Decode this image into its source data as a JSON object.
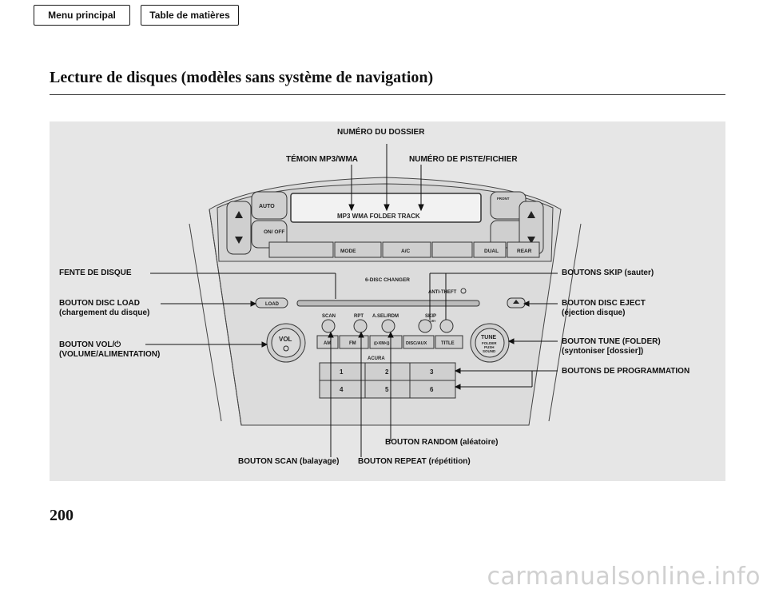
{
  "nav": {
    "main_menu": "Menu principal",
    "toc": "Table de matières"
  },
  "page": {
    "title": "Lecture de disques (modèles sans système de navigation)",
    "number": "200",
    "watermark": "carmanualsonline.info"
  },
  "labels": {
    "folder_number": "NUMÉRO DU DOSSIER",
    "mp3_indicator": "TÉMOIN MP3/WMA",
    "track_number": "NUMÉRO DE PISTE/FICHIER",
    "disc_slot": "FENTE DE DISQUE",
    "skip_buttons": "BOUTONS SKIP (sauter)",
    "disc_load": "BOUTON DISC LOAD",
    "disc_load_sub": "(chargement du disque)",
    "disc_eject": "BOUTON DISC EJECT",
    "disc_eject_sub": "(éjection disque)",
    "vol": "BOUTON VOL/⏻",
    "vol_sub": "(VOLUME/ALIMENTATION)",
    "tune": "BOUTON TUNE (FOLDER)",
    "tune_sub": "(syntoniser [dossier])",
    "preset": "BOUTONS DE PROGRAMMATION",
    "random": "BOUTON RANDOM (aléatoire)",
    "scan": "BOUTON SCAN (balayage)",
    "repeat": "BOUTON REPEAT (répétition)"
  },
  "panel": {
    "display": "MP3  WMA    FOLDER       TRACK",
    "auto": "AUTO",
    "on_off": "ON/ OFF",
    "mode": "MODE",
    "ac": "A/C",
    "dual": "DUAL",
    "rear": "REAR",
    "front": "FRONT",
    "changer": "6-DISC CHANGER",
    "anti_theft": "ANTI-THEFT",
    "load": "LOAD",
    "scan": "SCAN",
    "rpt": "RPT",
    "asel": "A.SEL/RDM",
    "skip": "SKIP",
    "category": "CATEGORY",
    "am": "AM",
    "fm": "FM",
    "xm": "((•XM•))",
    "disc_aux": "DISC/AUX",
    "title": "TITLE",
    "brand": "ACURA",
    "vol": "VOL",
    "tune": "TUNE",
    "folder": "FOLDER",
    "push": "PUSH",
    "sound": "SOUND",
    "presets": [
      "1",
      "2",
      "3",
      "4",
      "5",
      "6"
    ]
  }
}
